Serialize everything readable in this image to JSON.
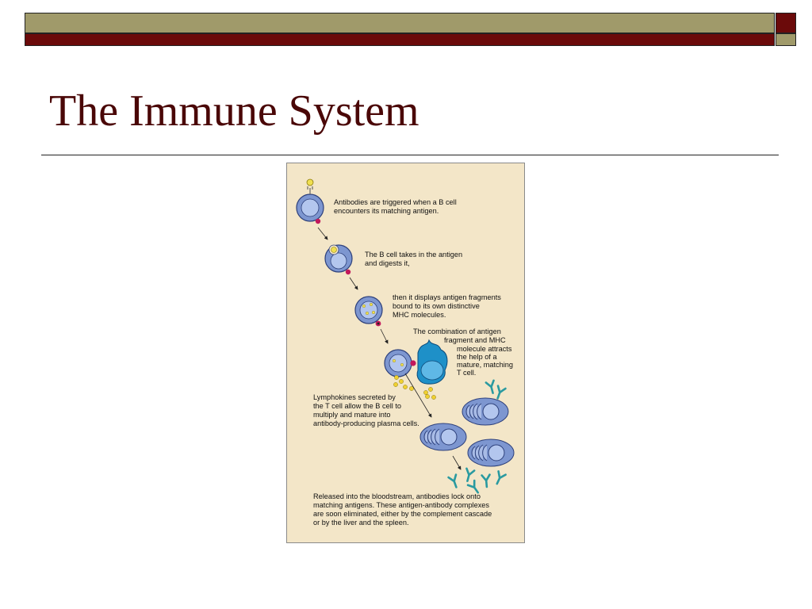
{
  "slide": {
    "title": "The Immune System",
    "colors": {
      "title": "#4a0707",
      "bar_olive": "#a09a6a",
      "bar_maroon": "#6b0a0a",
      "figure_bg": "#f3e6c8"
    }
  },
  "figure": {
    "captions": {
      "c1": [
        "Antibodies are triggered when a B cell",
        "encounters its matching antigen."
      ],
      "c2": [
        "The B cell takes in the antigen",
        "and digests it,"
      ],
      "c3": [
        "then it displays antigen fragments",
        "bound to its own distinctive",
        "MHC molecules."
      ],
      "c4": [
        "The combination of antigen",
        "fragment and MHC",
        "molecule attracts",
        "the help of a",
        "mature, matching",
        "T cell."
      ],
      "c5": [
        "Lymphokines secreted by",
        "the T cell allow the B cell to",
        "multiply and mature into",
        "antibody-producing plasma cells."
      ],
      "c6": [
        "Released into the bloodstream, antibodies lock onto",
        "matching antigens. These antigen-antibody complexes",
        "are soon eliminated, either by the complement cascade",
        "or by the liver and the spleen."
      ]
    }
  }
}
